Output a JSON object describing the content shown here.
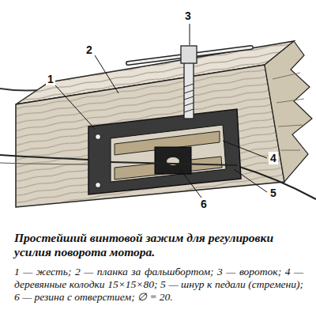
{
  "diagram": {
    "caption": "Простейший винтовой зажим для регулировки усилия поворота мотора.",
    "labels": [
      "1",
      "2",
      "3",
      "4",
      "5",
      "6",
      "1 — жесть; 2 — планка за фальшбортом; 3 — вороток; 4 — деревянные колодки 15×15×80; 5 — шнур к педали (стремени); 6 — резина с отверстием; ∅ = 20."
    ]
  }
}
